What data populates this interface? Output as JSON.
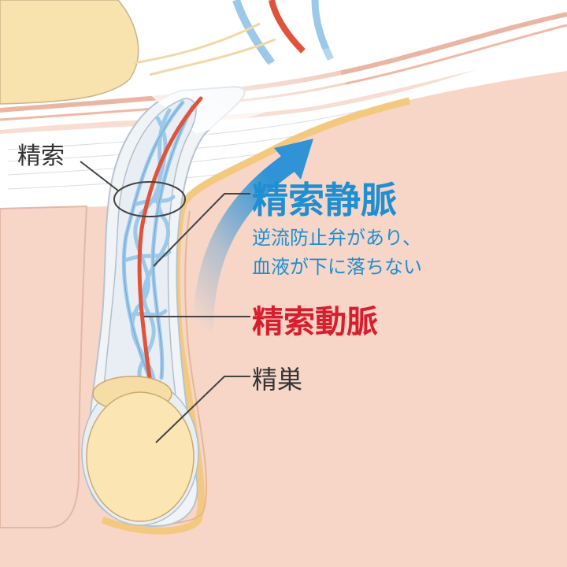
{
  "labels": {
    "spermatic_cord": "精索",
    "spermatic_vein": "精索静脈",
    "valve_note_line1": "逆流防止弁があり、",
    "valve_note_line2": "血液が下に落ちない",
    "spermatic_artery": "精索動脈",
    "testis": "精巣"
  },
  "colors": {
    "background": "#f8ddd2",
    "skin": "#f7d6c8",
    "vein": "#9cc8ea",
    "artery": "#e0533a",
    "arrow": "#2f93d6",
    "vein_label": "#1d8fd2",
    "artery_label": "#d81e2c",
    "testis": "#fbe6b3",
    "fat_layer": "#f3c97f",
    "sheath": "#e9eef3",
    "label_text": "#333333"
  }
}
